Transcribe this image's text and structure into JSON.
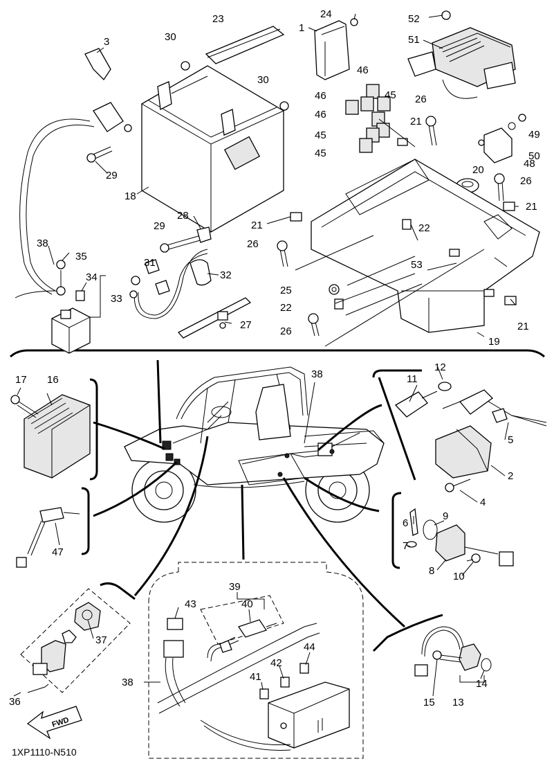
{
  "diagram": {
    "code": "1XP1110-N510",
    "fwd_label": "FWD",
    "callouts": {
      "c1": "1",
      "c2": "2",
      "c3": "3",
      "c4": "4",
      "c5": "5",
      "c6": "6",
      "c7": "7",
      "c8": "8",
      "c9": "9",
      "c10": "10",
      "c11": "11",
      "c12": "12",
      "c13": "13",
      "c14": "14",
      "c15": "15",
      "c16": "16",
      "c17": "17",
      "c18": "18",
      "c19": "19",
      "c20": "20",
      "c21a": "21",
      "c21b": "21",
      "c21c": "21",
      "c21d": "21",
      "c22a": "22",
      "c22b": "22",
      "c23": "23",
      "c24": "24",
      "c25": "25",
      "c26a": "26",
      "c26b": "26",
      "c26c": "26",
      "c26d": "26",
      "c27": "27",
      "c28": "28",
      "c29a": "29",
      "c29b": "29",
      "c30a": "30",
      "c30b": "30",
      "c31": "31",
      "c32": "32",
      "c33": "33",
      "c34": "34",
      "c35": "35",
      "c36": "36",
      "c37": "37",
      "c38a": "38",
      "c38b": "38",
      "c38c": "38",
      "c39": "39",
      "c40": "40",
      "c41": "41",
      "c42": "42",
      "c43": "43",
      "c44": "44",
      "c45a": "45",
      "c45b": "45",
      "c45c": "45",
      "c46a": "46",
      "c46b": "46",
      "c46c": "46",
      "c47": "47",
      "c48": "48",
      "c49": "49",
      "c50": "50",
      "c51": "51",
      "c52": "52",
      "c53": "53"
    }
  }
}
